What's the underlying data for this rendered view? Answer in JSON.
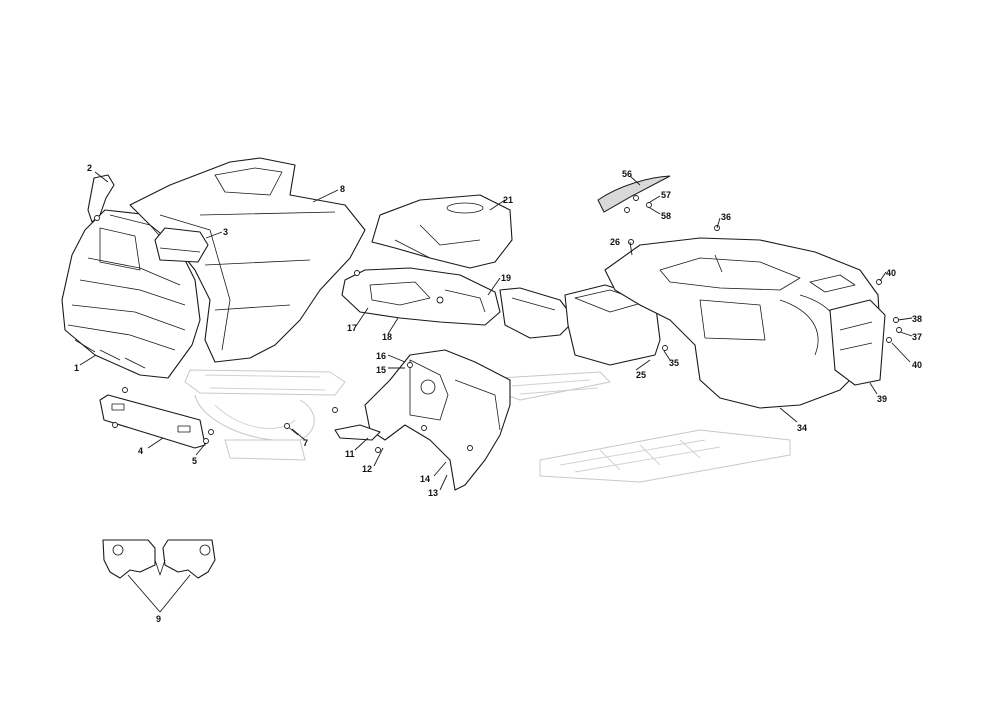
{
  "diagram": {
    "callouts": [
      {
        "id": "c1",
        "text": "1"
      },
      {
        "id": "c2",
        "text": "2"
      },
      {
        "id": "c3",
        "text": "3"
      },
      {
        "id": "c4",
        "text": "4"
      },
      {
        "id": "c5",
        "text": "5"
      },
      {
        "id": "c7",
        "text": "7"
      },
      {
        "id": "c8",
        "text": "8"
      },
      {
        "id": "c9",
        "text": "9"
      },
      {
        "id": "c11",
        "text": "11"
      },
      {
        "id": "c12",
        "text": "12"
      },
      {
        "id": "c13",
        "text": "13"
      },
      {
        "id": "c14",
        "text": "14"
      },
      {
        "id": "c15",
        "text": "15"
      },
      {
        "id": "c16",
        "text": "16"
      },
      {
        "id": "c17",
        "text": "17"
      },
      {
        "id": "c18",
        "text": "18"
      },
      {
        "id": "c19",
        "text": "19"
      },
      {
        "id": "c21",
        "text": "21"
      },
      {
        "id": "c25",
        "text": "25"
      },
      {
        "id": "c26",
        "text": "26"
      },
      {
        "id": "c34",
        "text": "34"
      },
      {
        "id": "c35",
        "text": "35"
      },
      {
        "id": "c36",
        "text": "36"
      },
      {
        "id": "c37",
        "text": "37"
      },
      {
        "id": "c38",
        "text": "38"
      },
      {
        "id": "c39",
        "text": "39"
      },
      {
        "id": "c40a",
        "text": "40"
      },
      {
        "id": "c40b",
        "text": "40"
      },
      {
        "id": "c56",
        "text": "56"
      },
      {
        "id": "c57",
        "text": "57"
      },
      {
        "id": "c58",
        "text": "58"
      }
    ]
  }
}
